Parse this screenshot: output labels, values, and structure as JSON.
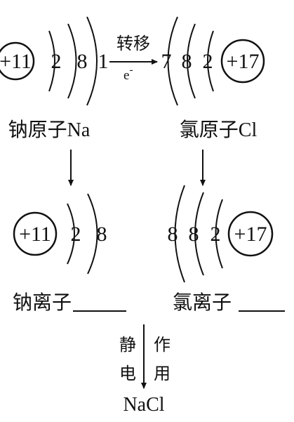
{
  "diagram": {
    "colors": {
      "ink": "#111111",
      "background": "#ffffff"
    },
    "top_left_atom": {
      "nucleus": "+11",
      "shells": [
        "2",
        "8",
        "1"
      ],
      "label": "钠原子Na"
    },
    "top_right_atom": {
      "nucleus": "+17",
      "shells": [
        "7",
        "8",
        "2"
      ],
      "label": "氯原子Cl"
    },
    "transfer": {
      "label": "转移",
      "particle": "e",
      "particle_charge": "-"
    },
    "bottom_left_ion": {
      "nucleus": "+11",
      "shells": [
        "2",
        "8"
      ],
      "label": "钠离子"
    },
    "bottom_right_ion": {
      "nucleus": "+17",
      "shells": [
        "8",
        "8",
        "2"
      ],
      "label": "氯离子"
    },
    "bond": {
      "left_chars": [
        "静",
        "电"
      ],
      "right_chars": [
        "作",
        "用"
      ],
      "product": "NaCl"
    }
  }
}
